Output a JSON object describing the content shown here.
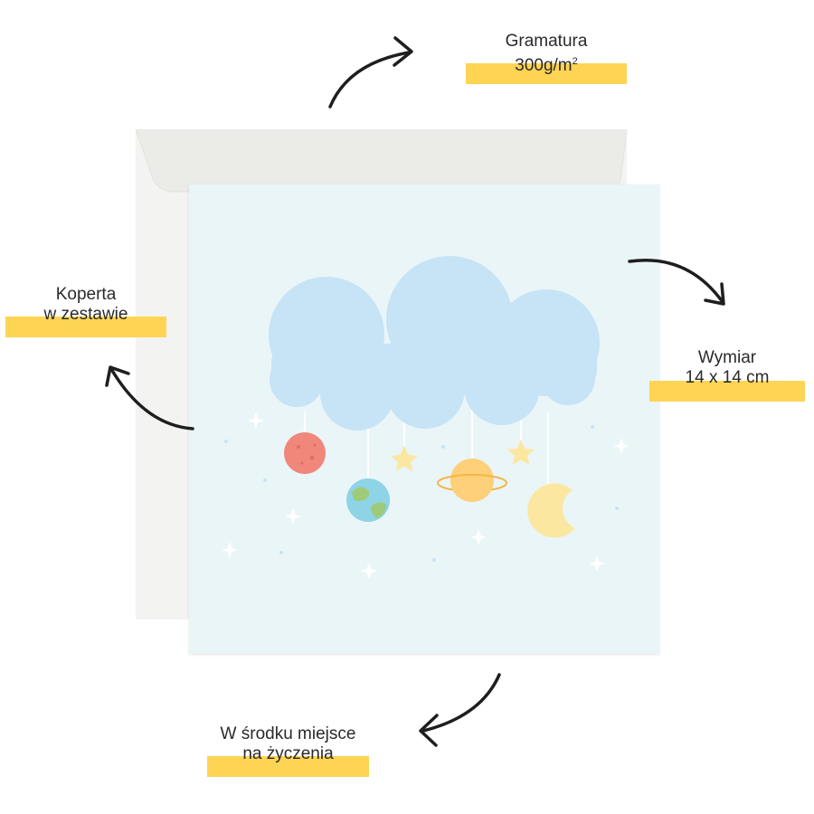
{
  "callouts": {
    "weight": {
      "line1": "Gramatura",
      "line2": "300g/m",
      "line2_sup": "2"
    },
    "envelope": {
      "line1": "Koperta",
      "line2": "w zestawie"
    },
    "size": {
      "line1": "Wymiar",
      "line2": "14 x 14 cm"
    },
    "inside": {
      "line1": "W środku miejsce",
      "line2": "na życzenia"
    }
  },
  "colors": {
    "highlight": "#fed455",
    "card": "#eaf5f8",
    "envelope": "#f3f3f1",
    "cloud": "#c7e4f6",
    "arrow": "#1e1e1e"
  }
}
